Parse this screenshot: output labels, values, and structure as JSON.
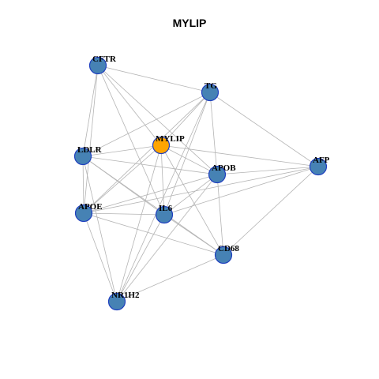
{
  "title": "MYLIP",
  "colors": {
    "hub": "#ffa500",
    "node": "#4682b4",
    "node_border": "#1f3fbf",
    "edge": "#b4b4b4"
  },
  "nodes": [
    {
      "id": "MYLIP",
      "label": "MYLIP",
      "hub": true
    },
    {
      "id": "CFTR",
      "label": "CFTR"
    },
    {
      "id": "TG",
      "label": "TG"
    },
    {
      "id": "LDLR",
      "label": "LDLR"
    },
    {
      "id": "APOB",
      "label": "APOB"
    },
    {
      "id": "AFP",
      "label": "AFP"
    },
    {
      "id": "APOE",
      "label": "APOE"
    },
    {
      "id": "IL6",
      "label": "IL6"
    },
    {
      "id": "CD68",
      "label": "CD68"
    },
    {
      "id": "NR1H2",
      "label": "NR1H2"
    }
  ],
  "edges": [
    [
      "CFTR",
      "TG"
    ],
    [
      "CFTR",
      "LDLR"
    ],
    [
      "CFTR",
      "APOE"
    ],
    [
      "CFTR",
      "MYLIP"
    ],
    [
      "CFTR",
      "APOB"
    ],
    [
      "CFTR",
      "IL6"
    ],
    [
      "TG",
      "LDLR"
    ],
    [
      "TG",
      "MYLIP"
    ],
    [
      "TG",
      "APOB"
    ],
    [
      "TG",
      "AFP"
    ],
    [
      "TG",
      "APOE"
    ],
    [
      "TG",
      "IL6"
    ],
    [
      "TG",
      "NR1H2"
    ],
    [
      "LDLR",
      "MYLIP"
    ],
    [
      "LDLR",
      "APOB"
    ],
    [
      "LDLR",
      "APOE"
    ],
    [
      "LDLR",
      "IL6"
    ],
    [
      "LDLR",
      "CD68"
    ],
    [
      "LDLR",
      "NR1H2"
    ],
    [
      "MYLIP",
      "AFP"
    ],
    [
      "MYLIP",
      "APOB"
    ],
    [
      "MYLIP",
      "APOE"
    ],
    [
      "MYLIP",
      "IL6"
    ],
    [
      "MYLIP",
      "CD68"
    ],
    [
      "MYLIP",
      "NR1H2"
    ],
    [
      "APOB",
      "AFP"
    ],
    [
      "APOB",
      "CD68"
    ],
    [
      "APOB",
      "APOE"
    ],
    [
      "APOB",
      "IL6"
    ],
    [
      "APOB",
      "NR1H2"
    ],
    [
      "AFP",
      "APOE"
    ],
    [
      "AFP",
      "IL6"
    ],
    [
      "AFP",
      "CD68"
    ],
    [
      "APOE",
      "IL6"
    ],
    [
      "APOE",
      "CD68"
    ],
    [
      "APOE",
      "NR1H2"
    ],
    [
      "IL6",
      "CD68"
    ],
    [
      "IL6",
      "NR1H2"
    ],
    [
      "CD68",
      "NR1H2"
    ]
  ]
}
